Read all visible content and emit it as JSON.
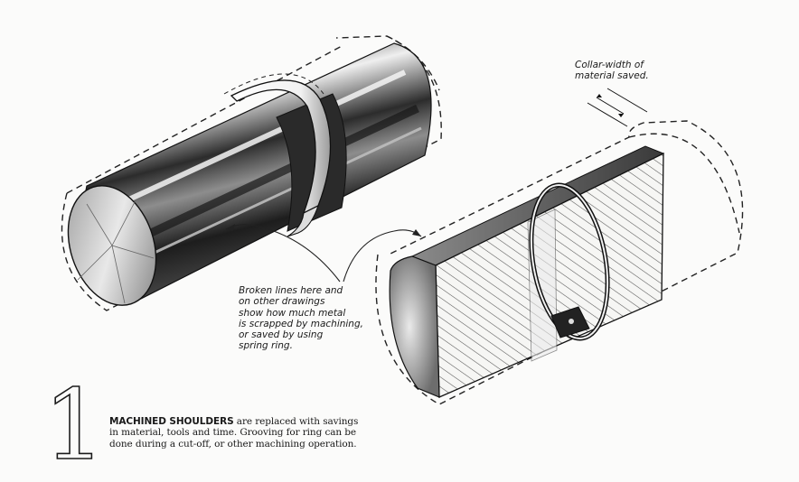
{
  "figure": {
    "number": "1",
    "caption_lead": "MACHINED SHOULDERS",
    "caption_body": " are replaced with savings in material, tools and time. Grooving for ring can be done during a cut-off, or other machining operation."
  },
  "callouts": {
    "collar_width": "Collar-width of\nmaterial saved.",
    "broken_lines": "Broken lines here and\non other drawings\nshow how much metal\nis scrapped by machining,\nor saved by using\nspring ring."
  }
}
